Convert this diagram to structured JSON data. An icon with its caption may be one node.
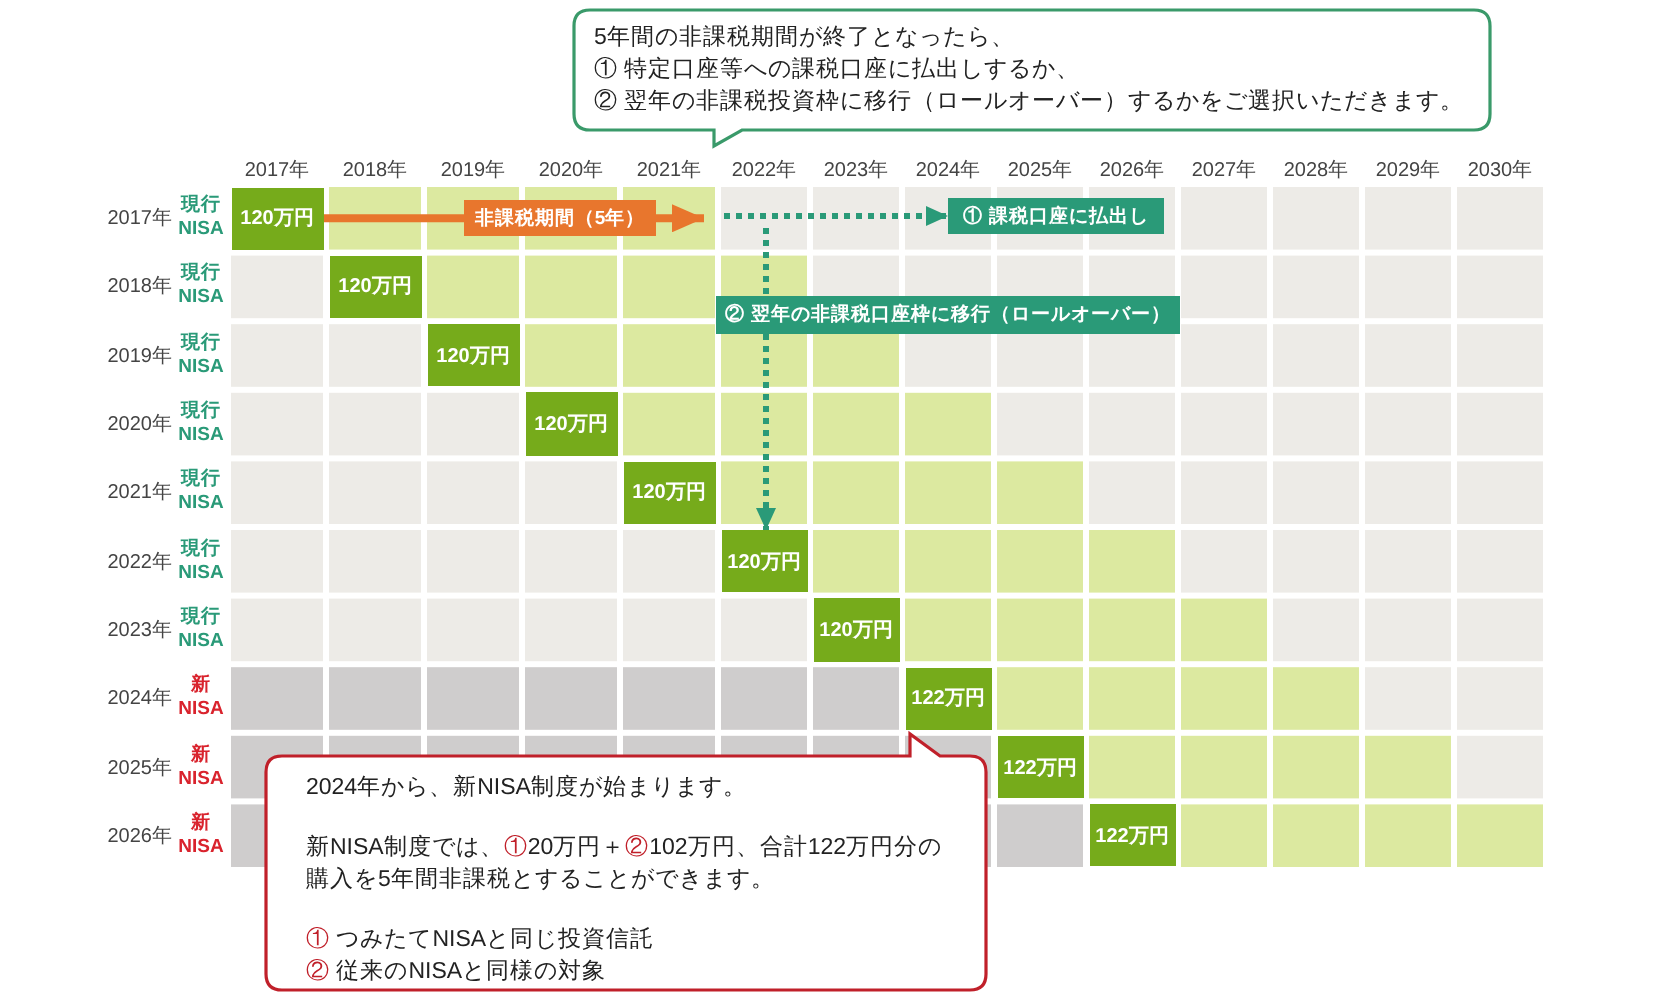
{
  "diagram": {
    "nodes": [
      {
        "text": [
          "5年間の非課税期間が終了となったら、",
          "① 特定口座等への課税口座に払出しするか、",
          "② 翌年の非課税投資枠に移行（ロールオーバー）するかをご選択いただきます。"
        ]
      },
      {
        "text": [
          "120万円"
        ]
      },
      {
        "text": [
          "① 課税口座に払出し"
        ]
      },
      {
        "text": [
          "120万円"
        ]
      },
      {
        "text": [
          "② 翌年の非課税口座枠に移行（ロールオーバー）"
        ]
      },
      {
        "text": [
          "120万円"
        ]
      },
      {
        "text": [
          "120万円"
        ]
      },
      {
        "text": [
          "120万円"
        ]
      },
      {
        "text": [
          "120万円"
        ]
      },
      {
        "text": [
          "120万円"
        ]
      },
      {
        "text": [
          "122万円"
        ]
      },
      {
        "text": [
          "122万円"
        ]
      },
      {
        "text": [
          "122万円"
        ]
      },
      {
        "text": [
          "2024年から、新NISA制度が始まります。",
          "新NISA制度では、①20万円＋②102万円、合計122万円分の購入を5年間非課税とすることができます。",
          "① つみたてNISAと同じ投資信託",
          "② 従来のNISAと同様の対象"
        ]
      }
    ],
    "edges": [
      {
        "from": 1,
        "to": null,
        "arrow": "to",
        "label": "非課税期間（5年）",
        "color": "#e8762d"
      },
      {
        "from": null,
        "to": 2,
        "arrow": "to",
        "style": "dashed"
      },
      {
        "from": null,
        "to": 4,
        "arrow": "none",
        "style": "dashed"
      },
      {
        "from": 4,
        "to": 8,
        "arrow": "to",
        "style": "dashed"
      }
    ],
    "labels": [
      "2017年",
      "2018年",
      "2019年",
      "2020年",
      "2021年",
      "2022年",
      "2023年",
      "2024年",
      "2025年",
      "2026年",
      "2027年",
      "2028年",
      "2029年",
      "2030年",
      "2017年",
      "現行NISA",
      "2018年",
      "現行NISA",
      "2019年",
      "現行NISA",
      "2020年",
      "現行NISA",
      "2021年",
      "現行NISA",
      "2022年",
      "現行NISA",
      "2023年",
      "現行NISA",
      "2024年",
      "新NISA",
      "2025年",
      "新NISA",
      "2026年",
      "新NISA"
    ]
  }
}
